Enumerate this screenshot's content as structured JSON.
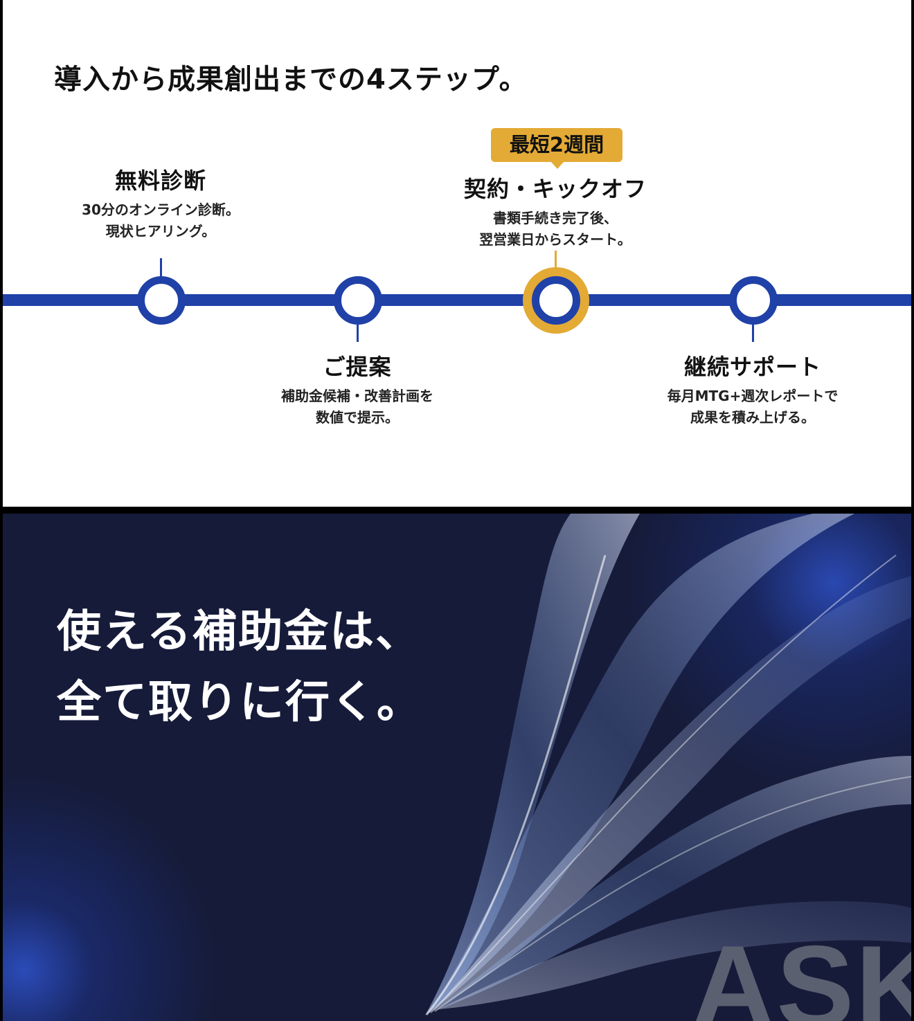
{
  "steps_section": {
    "heading": "導入から成果創出までの4ステップ。",
    "badge": "最短2週間",
    "steps": [
      {
        "title": "無料診断",
        "desc": [
          "30分のオンライン診断。",
          "現状ヒアリング。"
        ]
      },
      {
        "title": "ご提案",
        "desc": [
          "補助金候補・改善計画を",
          "数値で提示。"
        ]
      },
      {
        "title": "契約・キックオフ",
        "desc": [
          "書類手続き完了後、",
          "翌営業日からスタート。"
        ]
      },
      {
        "title": "継続サポート",
        "desc": [
          "毎月MTG+週次レポートで",
          "成果を積み上げる。"
        ]
      }
    ],
    "colors": {
      "line": "#1f41a8",
      "highlight": "#e3aa35"
    }
  },
  "hero": {
    "tagline": [
      "使える補助金は、",
      "全て取りに行く。"
    ],
    "watermark": "ASK",
    "background": "#161b39"
  }
}
